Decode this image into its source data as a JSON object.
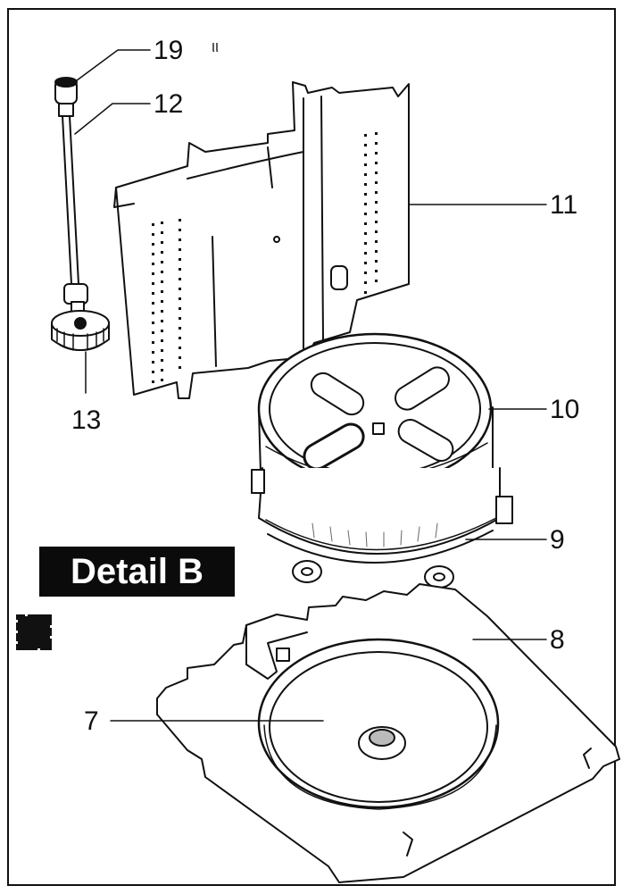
{
  "detail_label": "Detail B",
  "corner_mark": "ιι",
  "callouts": [
    {
      "id": "19",
      "text": "19"
    },
    {
      "id": "12",
      "text": "12"
    },
    {
      "id": "11",
      "text": "11"
    },
    {
      "id": "13",
      "text": "13"
    },
    {
      "id": "10",
      "text": "10"
    },
    {
      "id": "9",
      "text": "9"
    },
    {
      "id": "8",
      "text": "8"
    },
    {
      "id": "7",
      "text": "7"
    }
  ],
  "colors": {
    "ink": "#111111",
    "paper": "#ffffff",
    "shade": "#9a9a9a"
  }
}
